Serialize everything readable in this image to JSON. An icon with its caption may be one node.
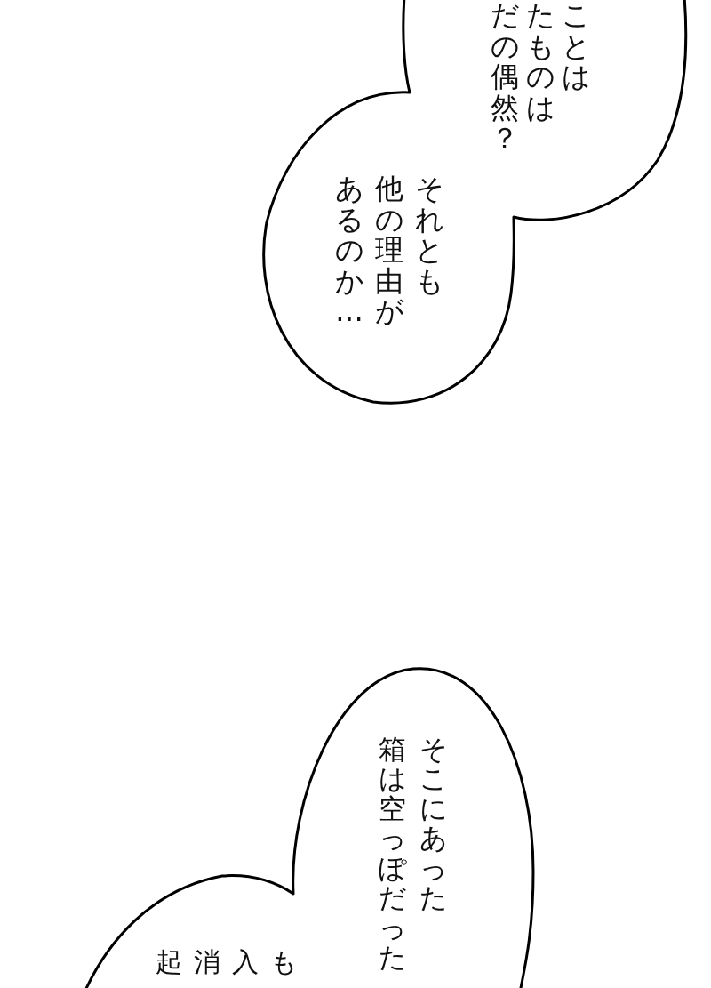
{
  "diagram": {
    "nodes": [
      {
        "text": [
          "ことはたものはだの偶然？",
          "それとも他の理由があるのか…"
        ]
      },
      {
        "text": [
          "起",
          "消",
          "入",
          "も",
          "そこにあった箱は空っぽだった"
        ]
      }
    ]
  }
}
